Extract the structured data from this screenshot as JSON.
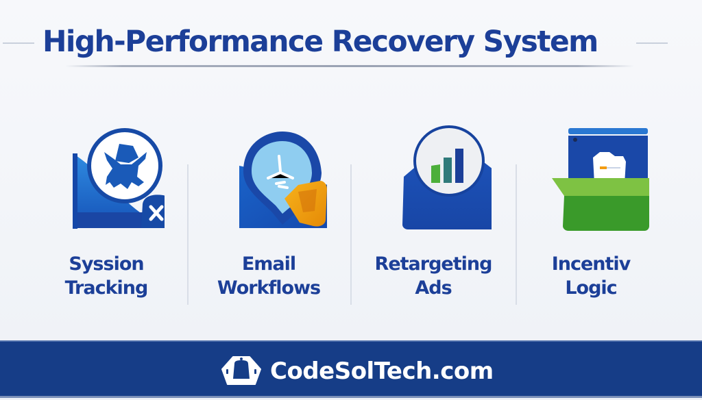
{
  "header": {
    "title": "High-Performance Recovery System"
  },
  "features": [
    {
      "label_line1": "Syssion",
      "label_line2": "Tracking",
      "icon": "session-tracking-icon"
    },
    {
      "label_line1": "Email",
      "label_line2": "Workflows",
      "icon": "email-workflow-icon"
    },
    {
      "label_line1": "Retargeting",
      "label_line2": "Ads",
      "icon": "retargeting-chart-icon"
    },
    {
      "label_line1": "Incentiv",
      "label_line2": "Logic",
      "icon": "incentive-box-icon"
    }
  ],
  "footer": {
    "brand": "CodeSolTech.com",
    "logo_icon": "robot-head-icon"
  },
  "colors": {
    "title": "#1c3f98",
    "footer_bg": "#163d87",
    "accent_orange": "#f39c12",
    "accent_green": "#4caf3a",
    "icon_blue": "#1a4fb5"
  }
}
